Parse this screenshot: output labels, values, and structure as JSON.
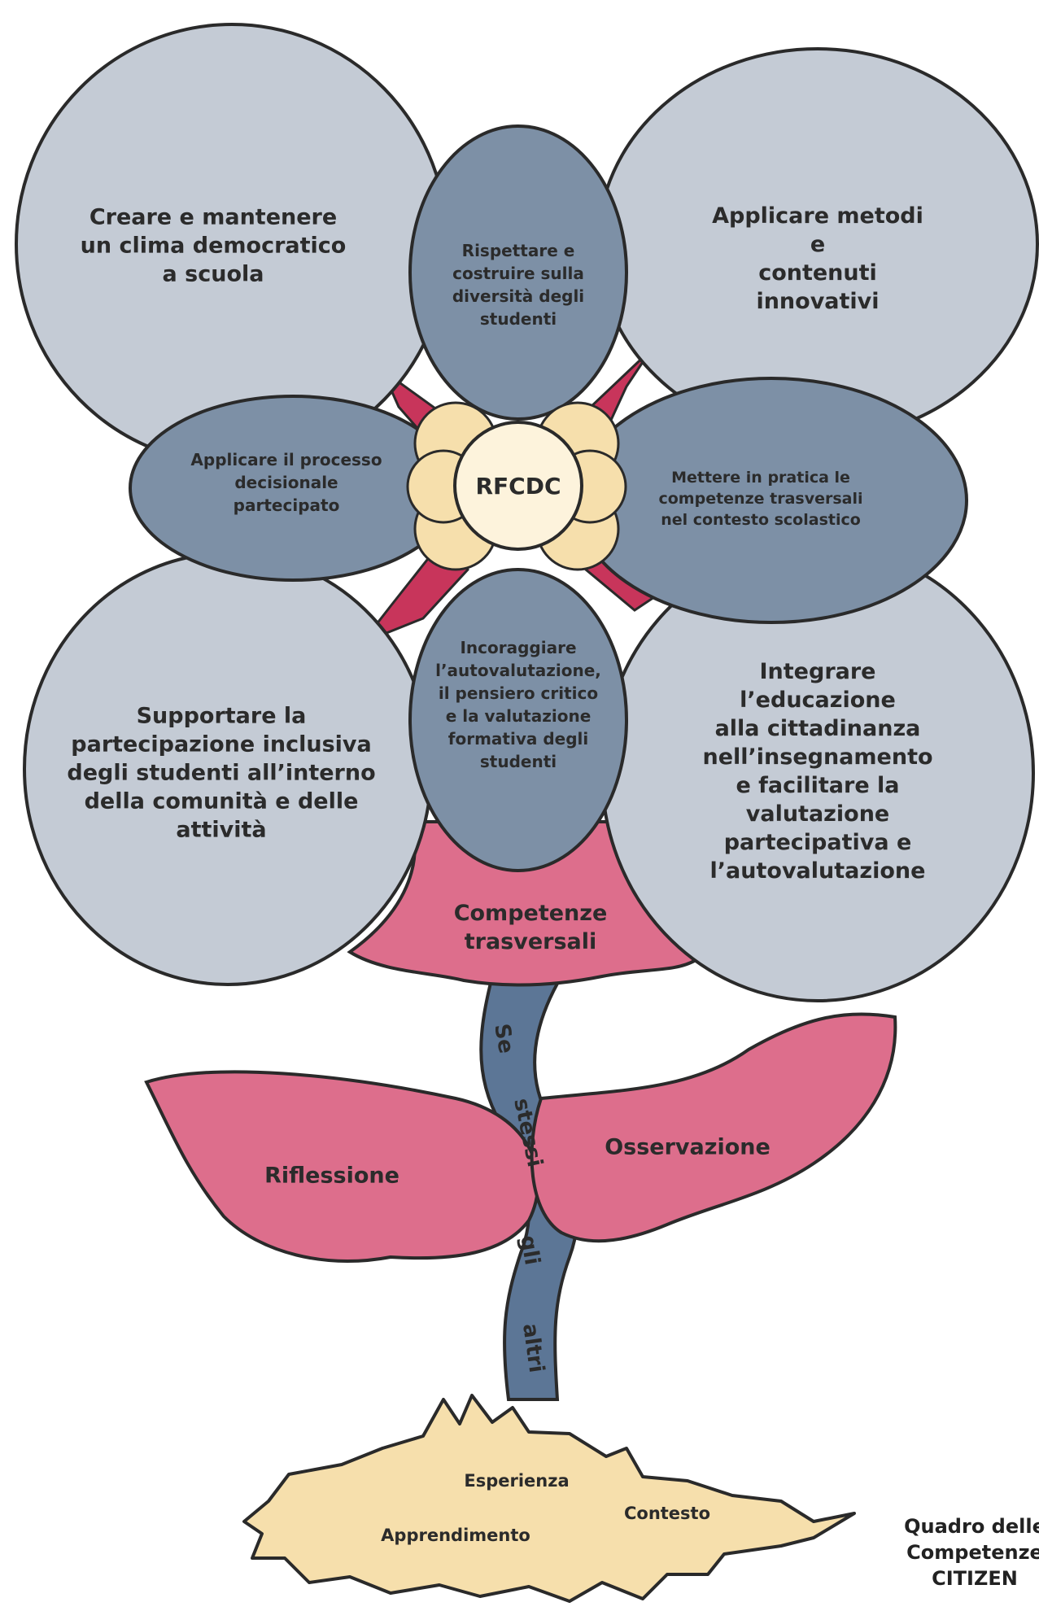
{
  "center": "RFCDC",
  "big_petals": {
    "top_left": "Creare e mantenere\nun clima democratico\na scuola",
    "top_right": "Applicare metodi e\ncontenuti innovativi",
    "bottom_left": "Supportare la\npartecipazione inclusiva\ndegli studenti all’interno\ndella comunità e delle\nattività",
    "bottom_right": "Integrare\nl’educazione\nalla cittadinanza\nnell’insegnamento\ne facilitare la\nvalutazione\npartecipativa e\nl’autovalutazione"
  },
  "inner_petals": {
    "top": "Rispettare e\ncostruire sulla\ndiversità degli\nstudenti",
    "left": "Applicare il processo\ndecisionale\npartecipato",
    "right": "Mettere in pratica le\ncompetenze trasversali\nnel contesto scolastico",
    "bottom": "Incoraggiare\nl’autovalutazione,\nil pensiero critico\ne la valutazione\nformativa degli\nstudenti"
  },
  "calyx": "Competenze\ntrasversali",
  "stem_words": [
    "Se",
    "stessi",
    "gli",
    "altri"
  ],
  "leaves": {
    "left": "Riflessione",
    "right": "Osservazione"
  },
  "roots": [
    "Esperienza",
    "Contesto",
    "Apprendimento"
  ],
  "side_caption": "Quadro delle\nCompetenze\nCITIZEN",
  "colors": {
    "outer_petal": "#c4cbd5",
    "inner_petal": "#7d90a6",
    "crimson": "#c8355b",
    "pink": "#dd6e8c",
    "yellow": "#f6dfac",
    "stem": "#5c7696",
    "outline": "#2a2a2a"
  }
}
